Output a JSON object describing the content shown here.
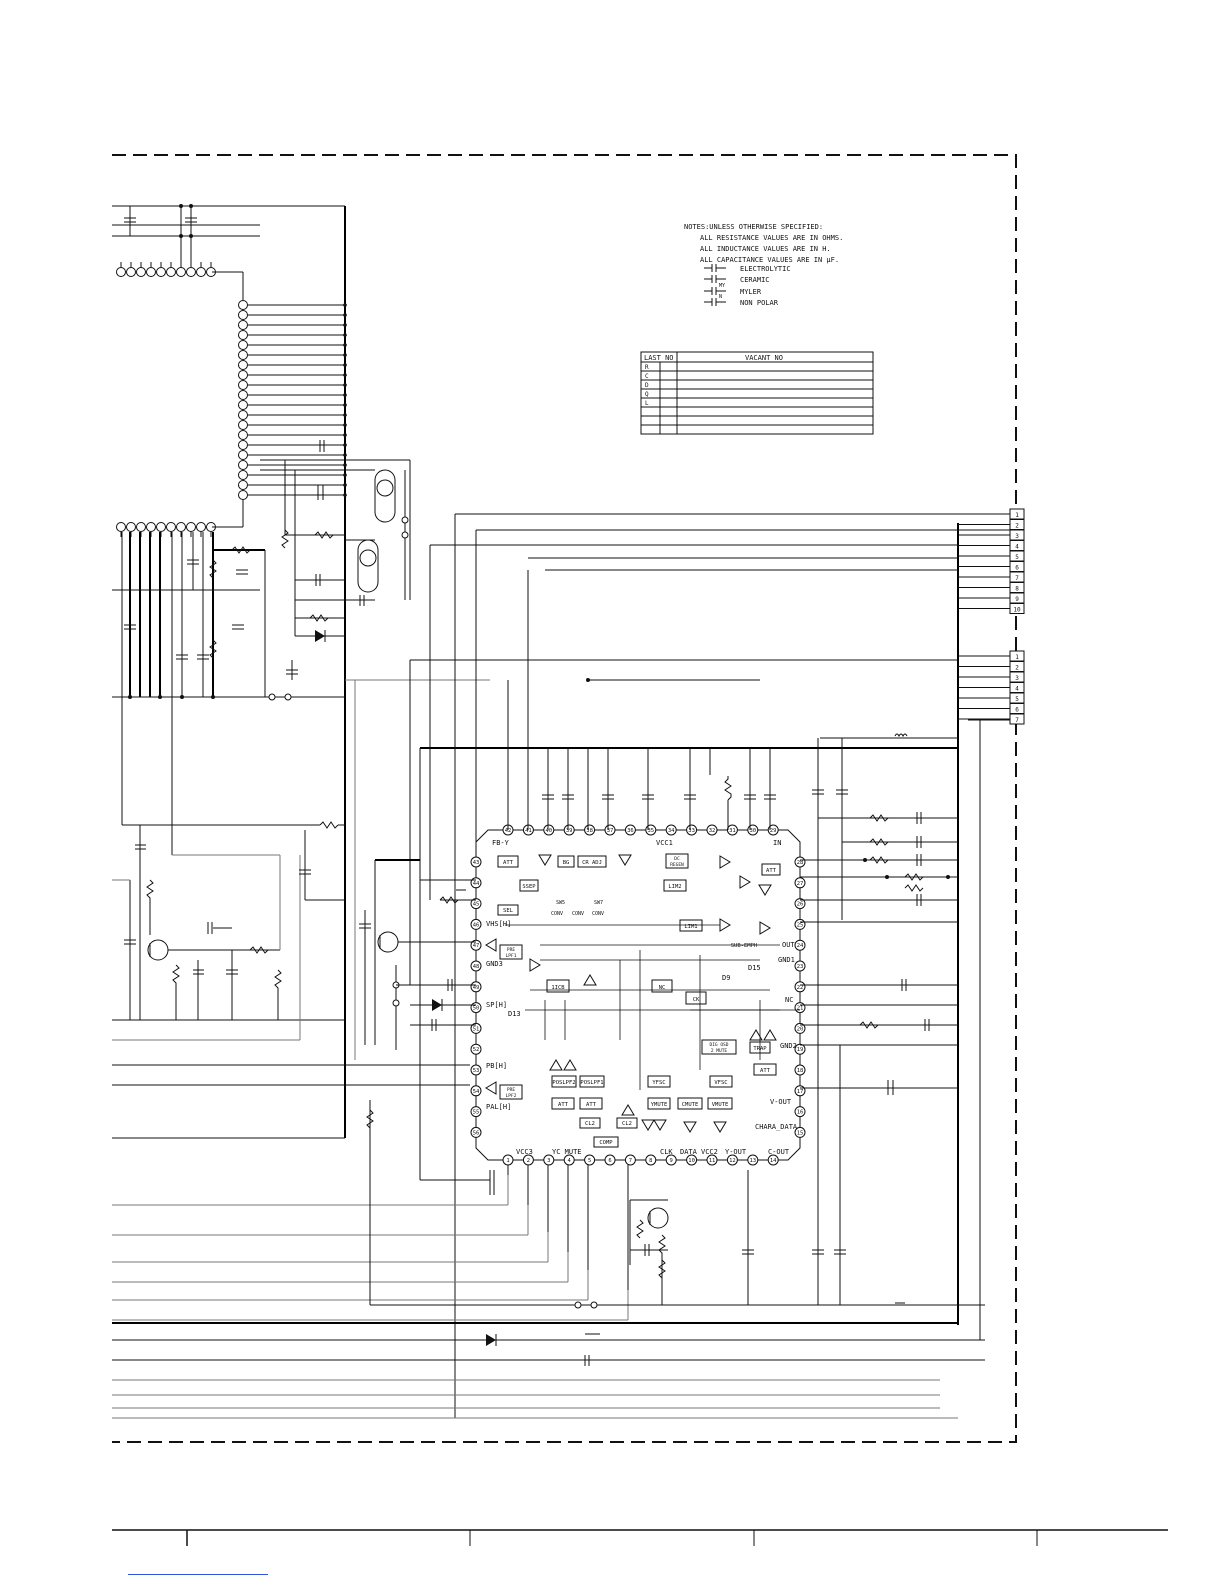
{
  "notes": {
    "heading": "NOTES:UNLESS OTHERWISE SPECIFIED:",
    "lines": [
      "ALL RESISTANCE VALUES ARE IN OHMS.",
      "ALL INDUCTANCE VALUES ARE IN H.",
      "ALL CAPACITANCE VALUES ARE IN µF."
    ],
    "legend": [
      {
        "label": "ELECTROLYTIC"
      },
      {
        "label": "CERAMIC"
      },
      {
        "label": "MYLER",
        "mark": "MY"
      },
      {
        "label": "NON POLAR",
        "mark": "N"
      }
    ]
  },
  "table": {
    "headers": [
      "LAST NO",
      "VACANT NO"
    ],
    "rows": [
      "R",
      "C",
      "D",
      "Q",
      "L",
      "",
      "",
      ""
    ]
  },
  "ic": {
    "top_pins": [
      "42",
      "41",
      "40",
      "39",
      "38",
      "37",
      "36",
      "35",
      "34",
      "33",
      "32",
      "31",
      "30",
      "29"
    ],
    "right_pins": [
      "28",
      "27",
      "26",
      "25",
      "24",
      "23",
      "22",
      "21",
      "20",
      "19",
      "18",
      "17",
      "16",
      "15"
    ],
    "bottom_pins": [
      "1",
      "2",
      "3",
      "4",
      "5",
      "6",
      "7",
      "8",
      "9",
      "10",
      "11",
      "12",
      "13",
      "14"
    ],
    "left_pins": [
      "43",
      "44",
      "45",
      "46",
      "47",
      "48",
      "49",
      "50",
      "51",
      "52",
      "53",
      "54",
      "55",
      "56"
    ],
    "top_labels": [
      {
        "id": "fb_y",
        "text": "FB-Y"
      },
      {
        "id": "vcc1",
        "text": "VCC1"
      },
      {
        "id": "in",
        "text": "IN"
      }
    ],
    "left_labels": [
      {
        "id": "vhs",
        "text": "VHS[H]"
      },
      {
        "id": "gnd3",
        "text": "GND3"
      },
      {
        "id": "sp",
        "text": "SP[H]"
      },
      {
        "id": "pb",
        "text": "PB[H]"
      },
      {
        "id": "pal",
        "text": "PAL[H]"
      }
    ],
    "right_labels": [
      {
        "id": "out",
        "text": "OUT"
      },
      {
        "id": "gnd1",
        "text": "GND1"
      },
      {
        "id": "nc",
        "text": "NC"
      },
      {
        "id": "gnd2",
        "text": "GND2"
      },
      {
        "id": "vout",
        "text": "V-OUT"
      },
      {
        "id": "chara",
        "text": "CHARA_DATA"
      }
    ],
    "bottom_labels": [
      {
        "id": "vcc3",
        "text": "VCC3"
      },
      {
        "id": "ycmute",
        "text": "YC MUTE"
      },
      {
        "id": "clk",
        "text": "CLK"
      },
      {
        "id": "data",
        "text": "DATA"
      },
      {
        "id": "vcc2",
        "text": "VCC2"
      },
      {
        "id": "yout",
        "text": "Y-OUT"
      },
      {
        "id": "cout",
        "text": "C-OUT"
      }
    ],
    "blocks": [
      {
        "id": "att1",
        "text": "ATT"
      },
      {
        "id": "sep",
        "text": "SSEP"
      },
      {
        "id": "bg",
        "text": "BG"
      },
      {
        "id": "cradj",
        "text": "CR ADJ"
      },
      {
        "id": "dcreg",
        "text": "DC REGEN"
      },
      {
        "id": "att2",
        "text": "ATT"
      },
      {
        "id": "lim2",
        "text": "LIM2"
      },
      {
        "id": "lim1",
        "text": "LIM1"
      },
      {
        "id": "sub_emph",
        "text": "SUB-EMPH"
      },
      {
        "id": "sel",
        "text": "SEL"
      },
      {
        "id": "prelpf1",
        "text": "PRE LPF1"
      },
      {
        "id": "icb",
        "text": "1ICB"
      },
      {
        "id": "nc_block",
        "text": "NC"
      },
      {
        "id": "ck",
        "text": "CK"
      },
      {
        "id": "prelpf2",
        "text": "PRE LPF2"
      },
      {
        "id": "poslpf2",
        "text": "POSLPF2"
      },
      {
        "id": "poslpf1",
        "text": "POSLPF1"
      },
      {
        "id": "att3",
        "text": "ATT"
      },
      {
        "id": "att4",
        "text": "ATT"
      },
      {
        "id": "cl2a",
        "text": "CL2"
      },
      {
        "id": "cl2b",
        "text": "CL2"
      },
      {
        "id": "comp",
        "text": "COMP"
      },
      {
        "id": "yfsc",
        "text": "YFSC"
      },
      {
        "id": "ymute",
        "text": "YMUTE"
      },
      {
        "id": "cmute",
        "text": "CMUTE"
      },
      {
        "id": "vmute",
        "text": "VMUTE"
      },
      {
        "id": "vfsc",
        "text": "VFSC"
      },
      {
        "id": "digosd",
        "text": "DIG OSD 2 MUTE"
      },
      {
        "id": "trap",
        "text": "TRAP"
      },
      {
        "id": "att5",
        "text": "ATT"
      }
    ],
    "refs": [
      {
        "id": "d13",
        "text": "D13"
      },
      {
        "id": "d15",
        "text": "D15"
      },
      {
        "id": "d9",
        "text": "D9"
      }
    ],
    "switches": [
      {
        "id": "sw5",
        "text": "SW5"
      },
      {
        "id": "sw7",
        "text": "SW7"
      },
      {
        "id": "conv1",
        "text": "CONV"
      },
      {
        "id": "conv2",
        "text": "CONV"
      },
      {
        "id": "conv3",
        "text": "CONV"
      }
    ]
  },
  "connectors": {
    "a": [
      "1",
      "2",
      "3",
      "4",
      "5",
      "6",
      "7",
      "8",
      "9",
      "10"
    ],
    "b": [
      "1",
      "2",
      "3",
      "4",
      "5",
      "6",
      "7"
    ]
  },
  "colors": {
    "ink": "#111111",
    "grey_wire": "#777777",
    "link": "#3355dd"
  }
}
